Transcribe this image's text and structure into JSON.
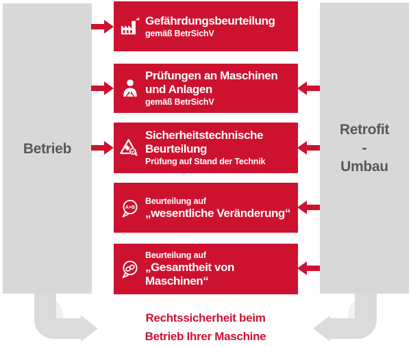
{
  "colors": {
    "red": "#CD1230",
    "column_gray": "#D8D8D8",
    "hook_gray": "#DBDBDB",
    "label_gray": "#58585A"
  },
  "left_column": {
    "label": "Betrieb"
  },
  "right_column": {
    "lines": [
      "Retrofit",
      "-",
      "Umbau"
    ]
  },
  "boxes": [
    {
      "icon": "factory-icon",
      "pre": "",
      "title": "Gefährdungsbeurteilung",
      "sub": "gemäß BetrSichV",
      "arrow_left": true,
      "arrow_right": false
    },
    {
      "icon": "inspector-icon",
      "pre": "",
      "title": "Prüfungen an Maschinen\nund Anlagen",
      "sub": "gemäß BetrSichV",
      "arrow_left": true,
      "arrow_right": true
    },
    {
      "icon": "safety-check-icon",
      "pre": "",
      "title": "Sicherheitstechnische\nBeurteilung",
      "sub": "Prüfung auf Stand der Technik",
      "arrow_left": true,
      "arrow_right": true
    },
    {
      "icon": "speech-bubble-ab-icon",
      "icon_text": "A+B",
      "pre": "Beurteilung auf",
      "title": "„wesentliche Veränderung“",
      "sub": "",
      "arrow_left": false,
      "arrow_right": true
    },
    {
      "icon": "chain-link-bubble-icon",
      "pre": "Beurteilung auf",
      "title": "„Gesamtheit von Maschinen“",
      "sub": "",
      "arrow_left": false,
      "arrow_right": true
    }
  ],
  "caption": {
    "line1": "Rechtssicherheit beim",
    "line2": "Betrieb Ihrer Maschine"
  }
}
